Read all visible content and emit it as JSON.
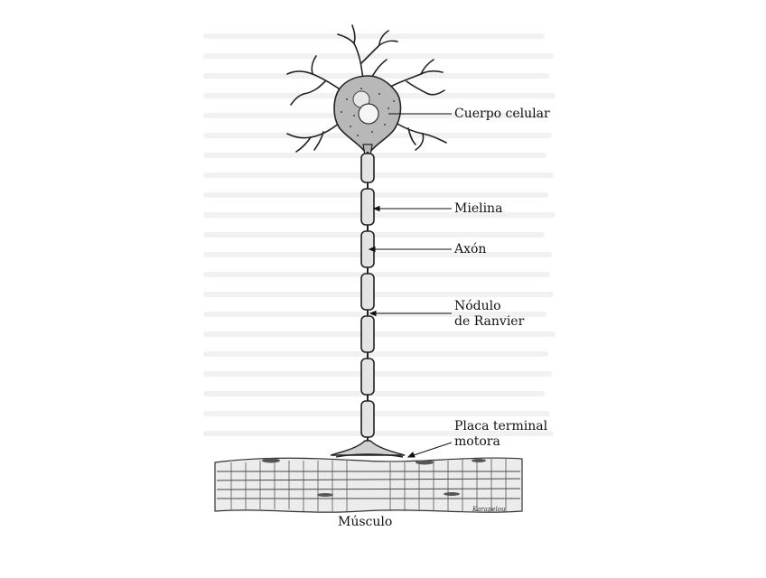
{
  "diagram": {
    "labels": {
      "cell_body": "Cuerpo celular",
      "myelin": "Mielina",
      "axon": "Axón",
      "node_line1": "Nódulo",
      "node_line2": "de Ranvier",
      "endplate_line1": "Placa terminal",
      "endplate_line2": "motora",
      "muscle": "Músculo"
    },
    "signature": "Karapelou"
  },
  "colors": {
    "ink": "#111111",
    "background": "#ffffff",
    "cell_fill": "#b8b8b8",
    "myelin_fill": "#e4e4e4",
    "muscle_fill": "#ececec",
    "faded_text": "#efefef"
  }
}
